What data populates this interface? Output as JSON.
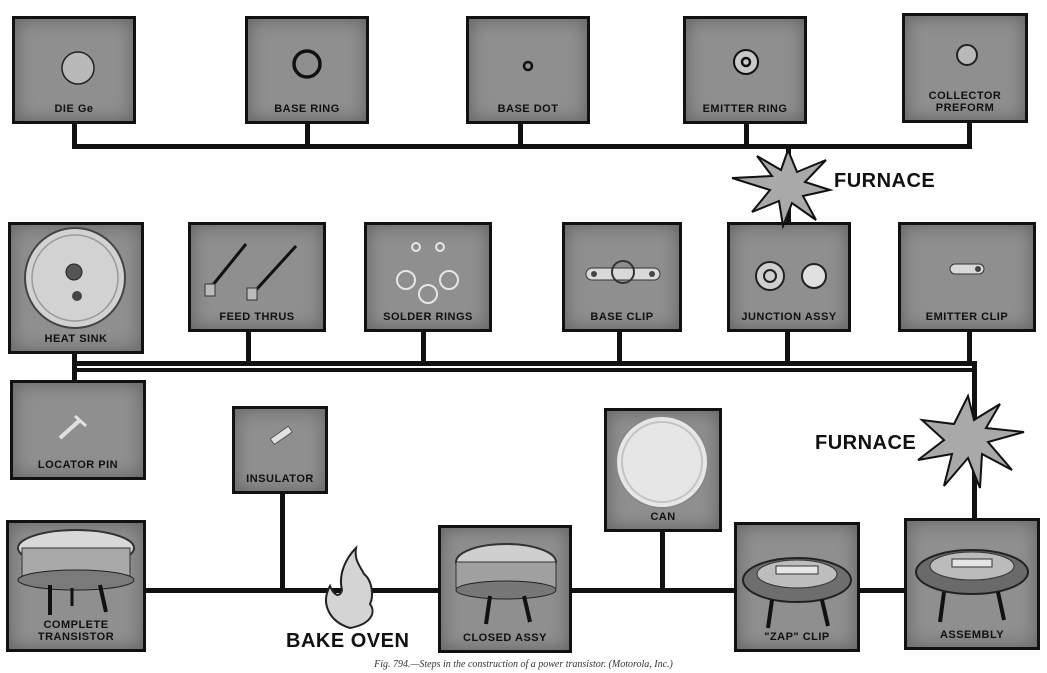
{
  "components": {
    "die_ge": "DIE Ge",
    "base_ring": "BASE RING",
    "base_dot": "BASE DOT",
    "emitter_ring": "EMITTER RING",
    "collector_preform": "COLLECTOR PREFORM",
    "heat_sink": "HEAT SINK",
    "feed_thrus": "FEED THRUS",
    "solder_rings": "SOLDER RINGS",
    "base_clip": "BASE CLIP",
    "junction_assy": "JUNCTION ASSY",
    "emitter_clip": "EMITTER CLIP",
    "locator_pin": "LOCATOR PIN",
    "insulator": "INSULATOR",
    "can": "CAN",
    "complete_transistor": "COMPLETE TRANSISTOR",
    "closed_assy": "CLOSED ASSY",
    "zap_clip": "\"ZAP\" CLIP",
    "assembly": "ASSEMBLY"
  },
  "processes": {
    "furnace_1": "FURNACE",
    "furnace_2": "FURNACE",
    "bake_oven": "BAKE OVEN"
  },
  "caption": "Fig. 794.—Steps in the construction of a power transistor. (Motorola, Inc.)",
  "colors": {
    "box_fill": "#8f8f8f",
    "line": "#111111",
    "star_fill": "#a9a9a9"
  }
}
